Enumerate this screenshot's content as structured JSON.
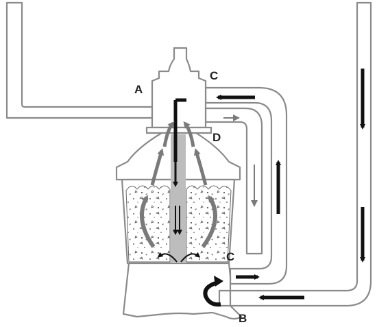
{
  "labels": {
    "a": "A",
    "c_top": "C",
    "d": "D",
    "c_bottom": "C",
    "b": "B"
  },
  "colors": {
    "outline": "#8a8a8a",
    "flow_main": "#111111",
    "flow_internal": "#7a7a7a",
    "center_tube": "#bdbdbd",
    "background": "#ffffff"
  }
}
